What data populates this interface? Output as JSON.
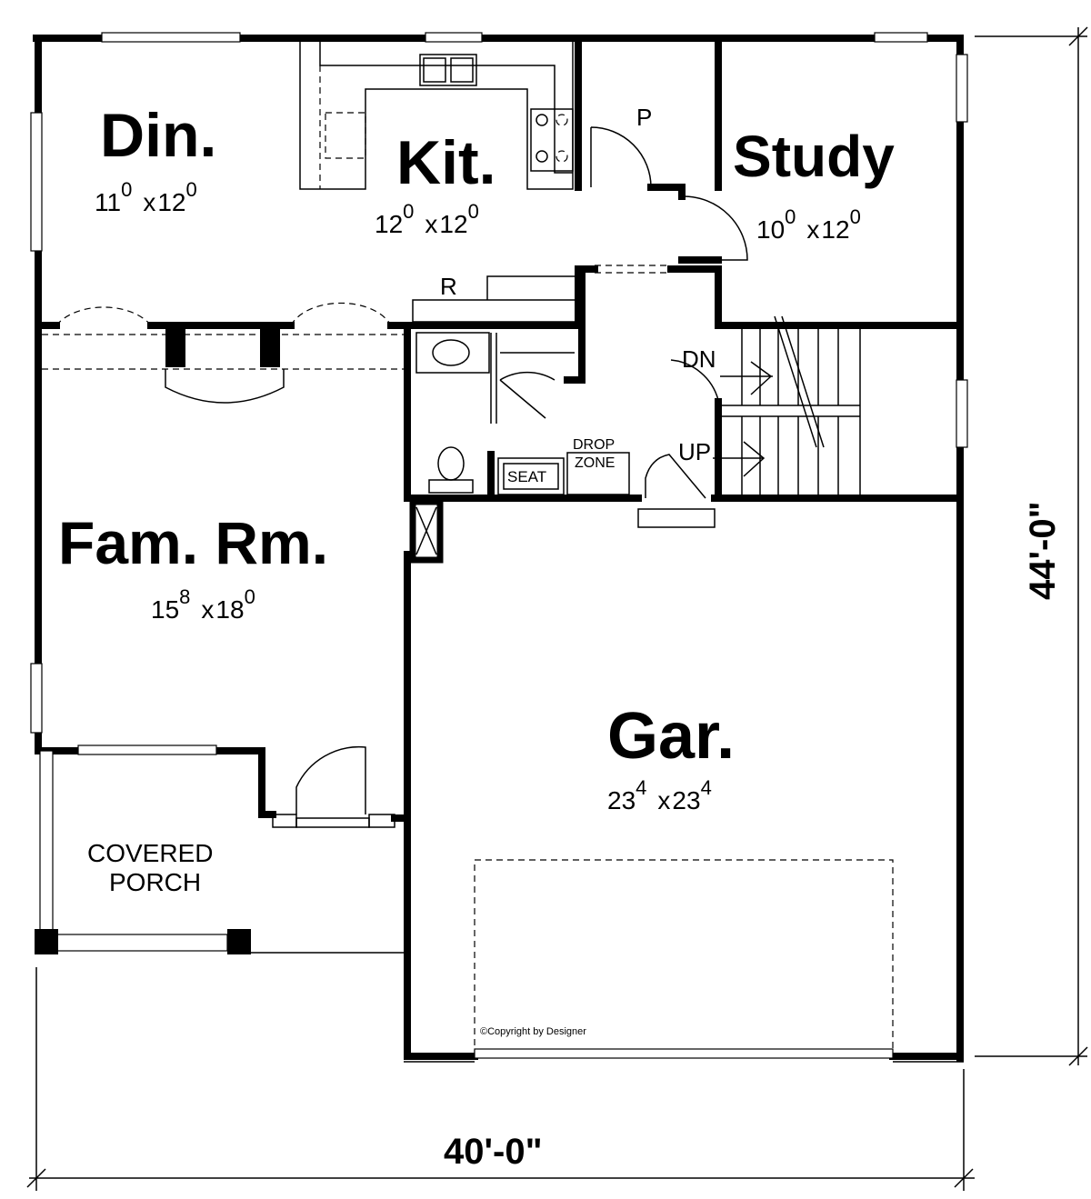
{
  "rooms": {
    "dining": {
      "name": "Din.",
      "w": "11",
      "w_sup": "0",
      "sep": "x",
      "d": "12",
      "d_sup": "0"
    },
    "kitchen": {
      "name": "Kit.",
      "w": "12",
      "w_sup": "0",
      "sep": "x",
      "d": "12",
      "d_sup": "0"
    },
    "study": {
      "name": "Study",
      "w": "10",
      "w_sup": "0",
      "sep": "x",
      "d": "12",
      "d_sup": "0"
    },
    "family": {
      "name": "Fam. Rm.",
      "w": "15",
      "w_sup": "8",
      "sep": "x",
      "d": "18",
      "d_sup": "0"
    },
    "garage": {
      "name": "Gar.",
      "w": "23",
      "w_sup": "4",
      "sep": "x",
      "d": "23",
      "d_sup": "4"
    }
  },
  "labels": {
    "pantry": "P",
    "refrigerator": "R",
    "stairs_down": "DN",
    "stairs_up": "UP",
    "drop_zone_line1": "DROP",
    "drop_zone_line2": "ZONE",
    "seat": "SEAT",
    "porch_line1": "COVERED",
    "porch_line2": "PORCH",
    "copyright": "©Copyright by Designer"
  },
  "dimensions": {
    "width": "40'-0\"",
    "depth": "44'-0\""
  }
}
